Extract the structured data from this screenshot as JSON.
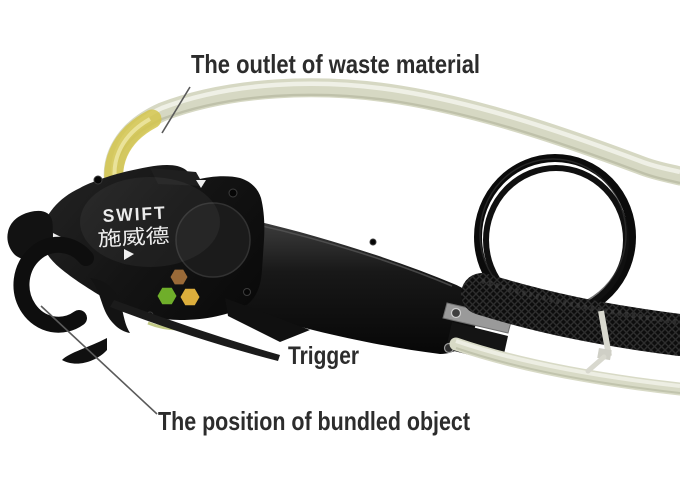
{
  "annotations": {
    "waste_outlet": "The outlet of waste material",
    "trigger": "Trigger",
    "bundle_position": "The position of bundled object"
  },
  "device": {
    "brand_en": "SWIFT",
    "brand_cn": "施威德",
    "indicators": {
      "top_color": "#9a6a38",
      "left_color": "#6fae2a",
      "right_color": "#dcae3c"
    }
  },
  "colors": {
    "background": "#ffffff",
    "label_text": "#2c2c2c",
    "tool_body": "#141414",
    "tube": "#d6d8c3",
    "tube_tint": "#d3c64e",
    "metal": "#9a9a9a",
    "cable_tie": "#d8d8ce"
  }
}
